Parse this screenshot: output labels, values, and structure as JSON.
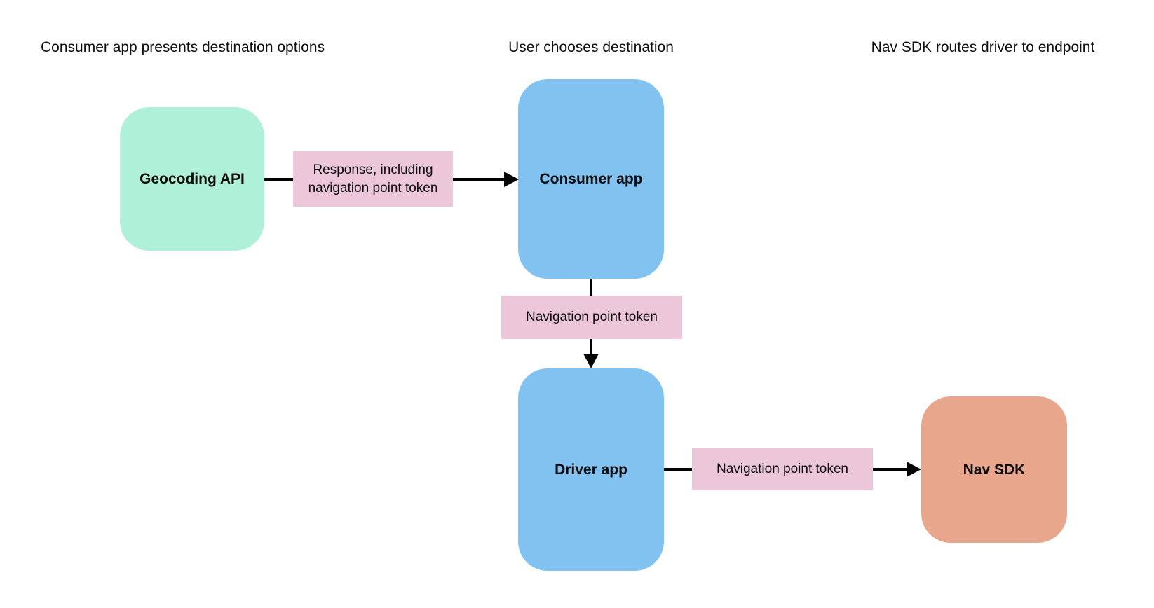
{
  "diagram": {
    "headings": {
      "left": "Consumer app presents destination options",
      "middle": "User chooses destination",
      "right": "Nav SDK routes driver to endpoint"
    },
    "nodes": {
      "geocoding": {
        "label": "Geocoding API",
        "color": "#aff0d9"
      },
      "consumer": {
        "label": "Consumer app",
        "color": "#82c2f1"
      },
      "driver": {
        "label": "Driver app",
        "color": "#82c2f1"
      },
      "navsdk": {
        "label": "Nav SDK",
        "color": "#e8a78d"
      }
    },
    "edge_labels": {
      "response": {
        "label": "Response, including navigation point token",
        "color": "#ecc7da"
      },
      "token_mid": {
        "label": "Navigation point token",
        "color": "#ecc7da"
      },
      "token_right": {
        "label": "Navigation point token",
        "color": "#ecc7da"
      }
    },
    "colors": {
      "background": "#ffffff",
      "arrow": "#000000",
      "text": "#0d0d0d"
    }
  }
}
